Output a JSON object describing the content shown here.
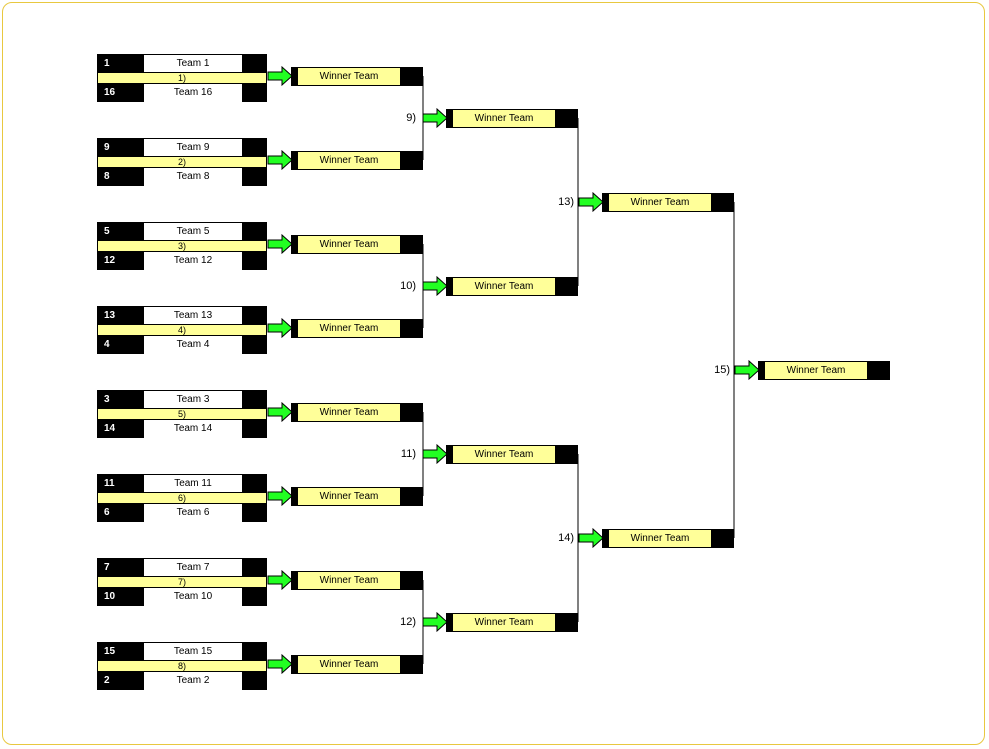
{
  "matches": [
    {
      "label": "1)",
      "top": {
        "seed": "1",
        "name": "Team 1"
      },
      "bottom": {
        "seed": "16",
        "name": "Team 16"
      }
    },
    {
      "label": "2)",
      "top": {
        "seed": "9",
        "name": "Team 9"
      },
      "bottom": {
        "seed": "8",
        "name": "Team 8"
      }
    },
    {
      "label": "3)",
      "top": {
        "seed": "5",
        "name": "Team 5"
      },
      "bottom": {
        "seed": "12",
        "name": "Team 12"
      }
    },
    {
      "label": "4)",
      "top": {
        "seed": "13",
        "name": "Team 13"
      },
      "bottom": {
        "seed": "4",
        "name": "Team 4"
      }
    },
    {
      "label": "5)",
      "top": {
        "seed": "3",
        "name": "Team 3"
      },
      "bottom": {
        "seed": "14",
        "name": "Team 14"
      }
    },
    {
      "label": "6)",
      "top": {
        "seed": "11",
        "name": "Team 11"
      },
      "bottom": {
        "seed": "6",
        "name": "Team 6"
      }
    },
    {
      "label": "7)",
      "top": {
        "seed": "7",
        "name": "Team 7"
      },
      "bottom": {
        "seed": "10",
        "name": "Team 10"
      }
    },
    {
      "label": "8)",
      "top": {
        "seed": "15",
        "name": "Team 15"
      },
      "bottom": {
        "seed": "2",
        "name": "Team 2"
      }
    }
  ],
  "winners": {
    "round2": [
      "Winner Team",
      "Winner Team",
      "Winner Team",
      "Winner Team",
      "Winner Team",
      "Winner Team",
      "Winner Team",
      "Winner Team"
    ],
    "round3": [
      {
        "label": "9)",
        "name": "Winner Team"
      },
      {
        "label": "10)",
        "name": "Winner Team"
      },
      {
        "label": "11)",
        "name": "Winner Team"
      },
      {
        "label": "12)",
        "name": "Winner Team"
      }
    ],
    "round4": [
      {
        "label": "13)",
        "name": "Winner Team"
      },
      {
        "label": "14)",
        "name": "Winner Team"
      }
    ],
    "final": {
      "label": "15)",
      "name": "Winner Team"
    }
  },
  "colors": {
    "highlight": "#ffff99",
    "arrow": "#22ff22",
    "frame": "#e8c840"
  }
}
